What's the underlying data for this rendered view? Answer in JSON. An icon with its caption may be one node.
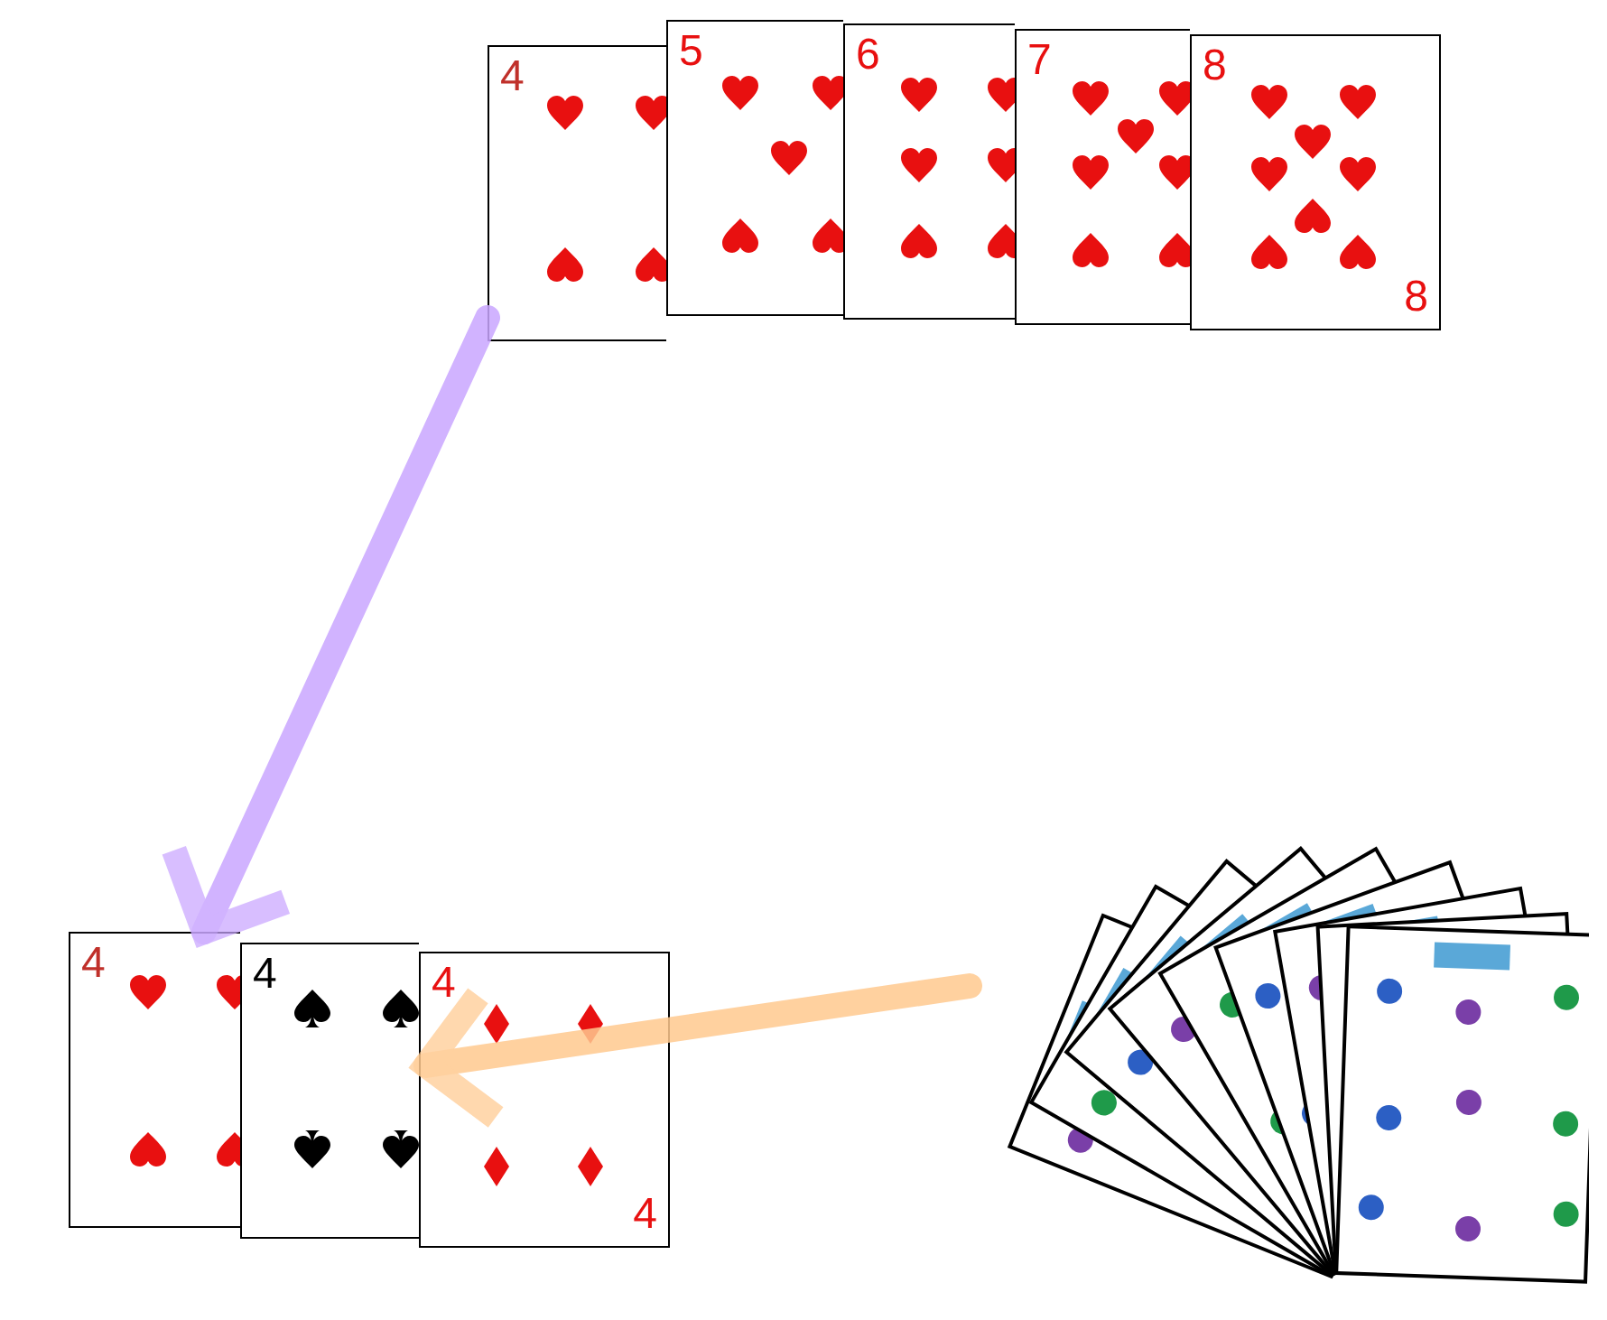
{
  "diagram": {
    "nodes": [
      {
        "text": [
          "4"
        ]
      },
      {
        "text": [
          "5"
        ]
      },
      {
        "text": [
          "6"
        ]
      },
      {
        "text": [
          "7"
        ]
      },
      {
        "text": [
          "8",
          "8"
        ]
      },
      {
        "text": [
          "4"
        ]
      },
      {
        "text": [
          "4"
        ]
      },
      {
        "text": [
          "4",
          "4"
        ]
      },
      {
        "text": [],
        "shape": "picture"
      }
    ],
    "edges": [
      {
        "from": 0,
        "to": 5,
        "arrow": "to",
        "color": "#c9a6ff"
      },
      {
        "from": 8,
        "to": 7,
        "arrow": "to",
        "color": "#ffc98f"
      }
    ]
  }
}
